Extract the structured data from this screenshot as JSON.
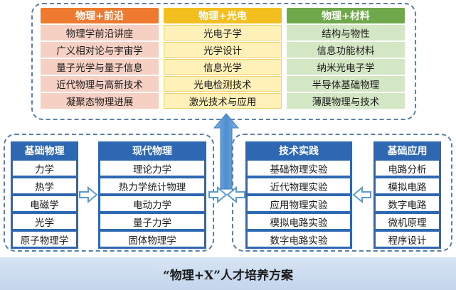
{
  "top": {
    "frontier": {
      "header": "物理+前沿",
      "items": [
        "物理学前沿讲座",
        "广义相对论与宇宙学",
        "量子光学与量子信息",
        "近代物理与高新技术",
        "凝聚态物理进展"
      ]
    },
    "opto": {
      "header": "物理+光电",
      "items": [
        "光电子学",
        "光学设计",
        "信息光学",
        "光电检测技术",
        "激光技术与应用"
      ]
    },
    "materials": {
      "header": "物理+材料",
      "items": [
        "结构与物性",
        "信息功能材料",
        "纳米光电子学",
        "半导体基础物理",
        "薄膜物理与技术"
      ]
    }
  },
  "left": {
    "basic": {
      "header": "基础物理",
      "items": [
        "力学",
        "热学",
        "电磁学",
        "光学",
        "原子物理学"
      ]
    },
    "modern": {
      "header": "现代物理",
      "items": [
        "理论力学",
        "热力学统计物理",
        "电动力学",
        "量子力学",
        "固体物理学"
      ]
    }
  },
  "right": {
    "tech": {
      "header": "技术实践",
      "items": [
        "基础物理实验",
        "近代物理实验",
        "应用物理实验",
        "模拟电路实验",
        "数字电路实验"
      ]
    },
    "applied": {
      "header": "基础应用",
      "items": [
        "电路分析",
        "模拟电路",
        "数字电路",
        "微机原理",
        "程序设计"
      ]
    }
  },
  "banner": "“物理+X”人才培养方案",
  "colors": {
    "frontier": "#ed7a2f",
    "opto": "#f2bf1f",
    "materials": "#6fa84a",
    "blue": "#2e68b3",
    "arrow_outline": "#5b9bd5",
    "up_arrow": "#5b9bd5"
  }
}
